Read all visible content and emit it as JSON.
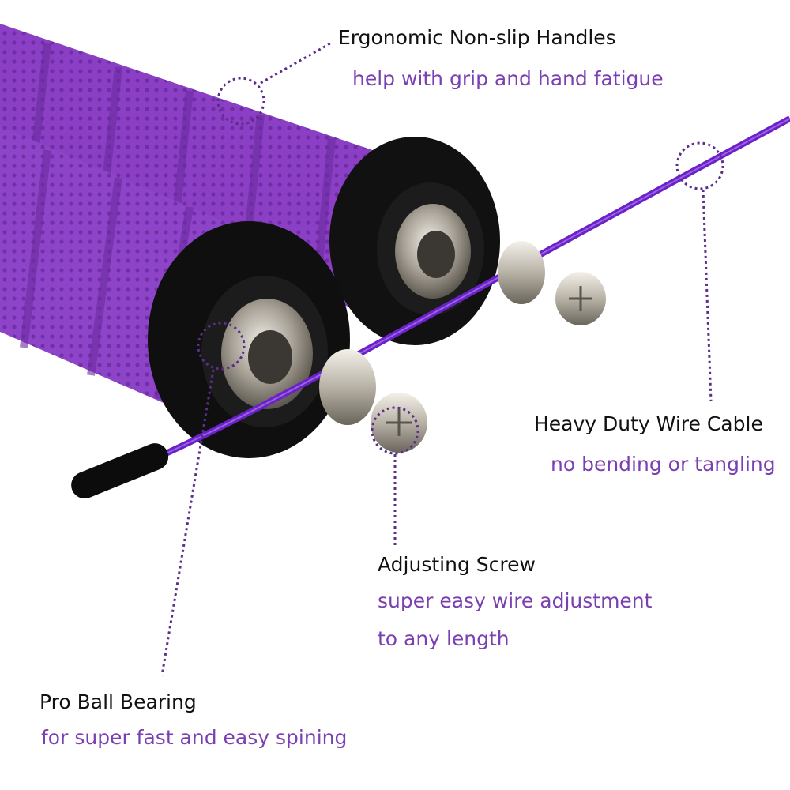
{
  "colors": {
    "accent": "#7a3fb0",
    "handle": "#8a3fc4",
    "cable": "#6a22c8",
    "text": "#111111"
  },
  "callouts": {
    "handles": {
      "title": "Ergonomic Non-slip Handles",
      "subtitle": "help with grip and hand fatigue"
    },
    "cable": {
      "title": "Heavy Duty Wire Cable",
      "subtitle": "no bending or tangling"
    },
    "screw": {
      "title": "Adjusting Screw",
      "subtitle_line1": "super easy wire adjustment",
      "subtitle_line2": "to any length"
    },
    "bearing": {
      "title": "Pro Ball Bearing",
      "subtitle": "for super fast and easy spining"
    }
  }
}
